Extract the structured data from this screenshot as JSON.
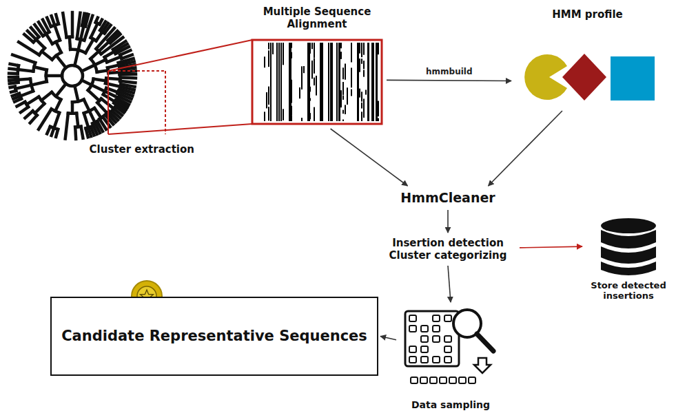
{
  "diagram": {
    "nodes": [
      {
        "text": [
          "Cluster extraction"
        ]
      },
      {
        "text": [
          "Multiple Sequence Alignment"
        ]
      },
      {
        "text": [
          "HMM profile"
        ]
      },
      {
        "text": [
          "HmmCleaner"
        ]
      },
      {
        "text": [
          "Insertion detection Cluster categorizing"
        ]
      },
      {
        "text": [
          "Store detected insertions"
        ]
      },
      {
        "text": [
          "Data sampling"
        ]
      },
      {
        "text": [
          "Candidate Representative Sequences"
        ]
      }
    ],
    "edges": [
      {
        "from": 1,
        "to": 2,
        "arrow": "to",
        "label": "hmmbuild"
      },
      {
        "from": 1,
        "to": 3,
        "arrow": "to"
      },
      {
        "from": 2,
        "to": 3,
        "arrow": "to"
      },
      {
        "from": 3,
        "to": 4,
        "arrow": "to"
      },
      {
        "from": 4,
        "to": 5,
        "arrow": "to"
      },
      {
        "from": 4,
        "to": 6,
        "arrow": "to"
      },
      {
        "from": 6,
        "to": 7,
        "arrow": "to"
      }
    ]
  }
}
